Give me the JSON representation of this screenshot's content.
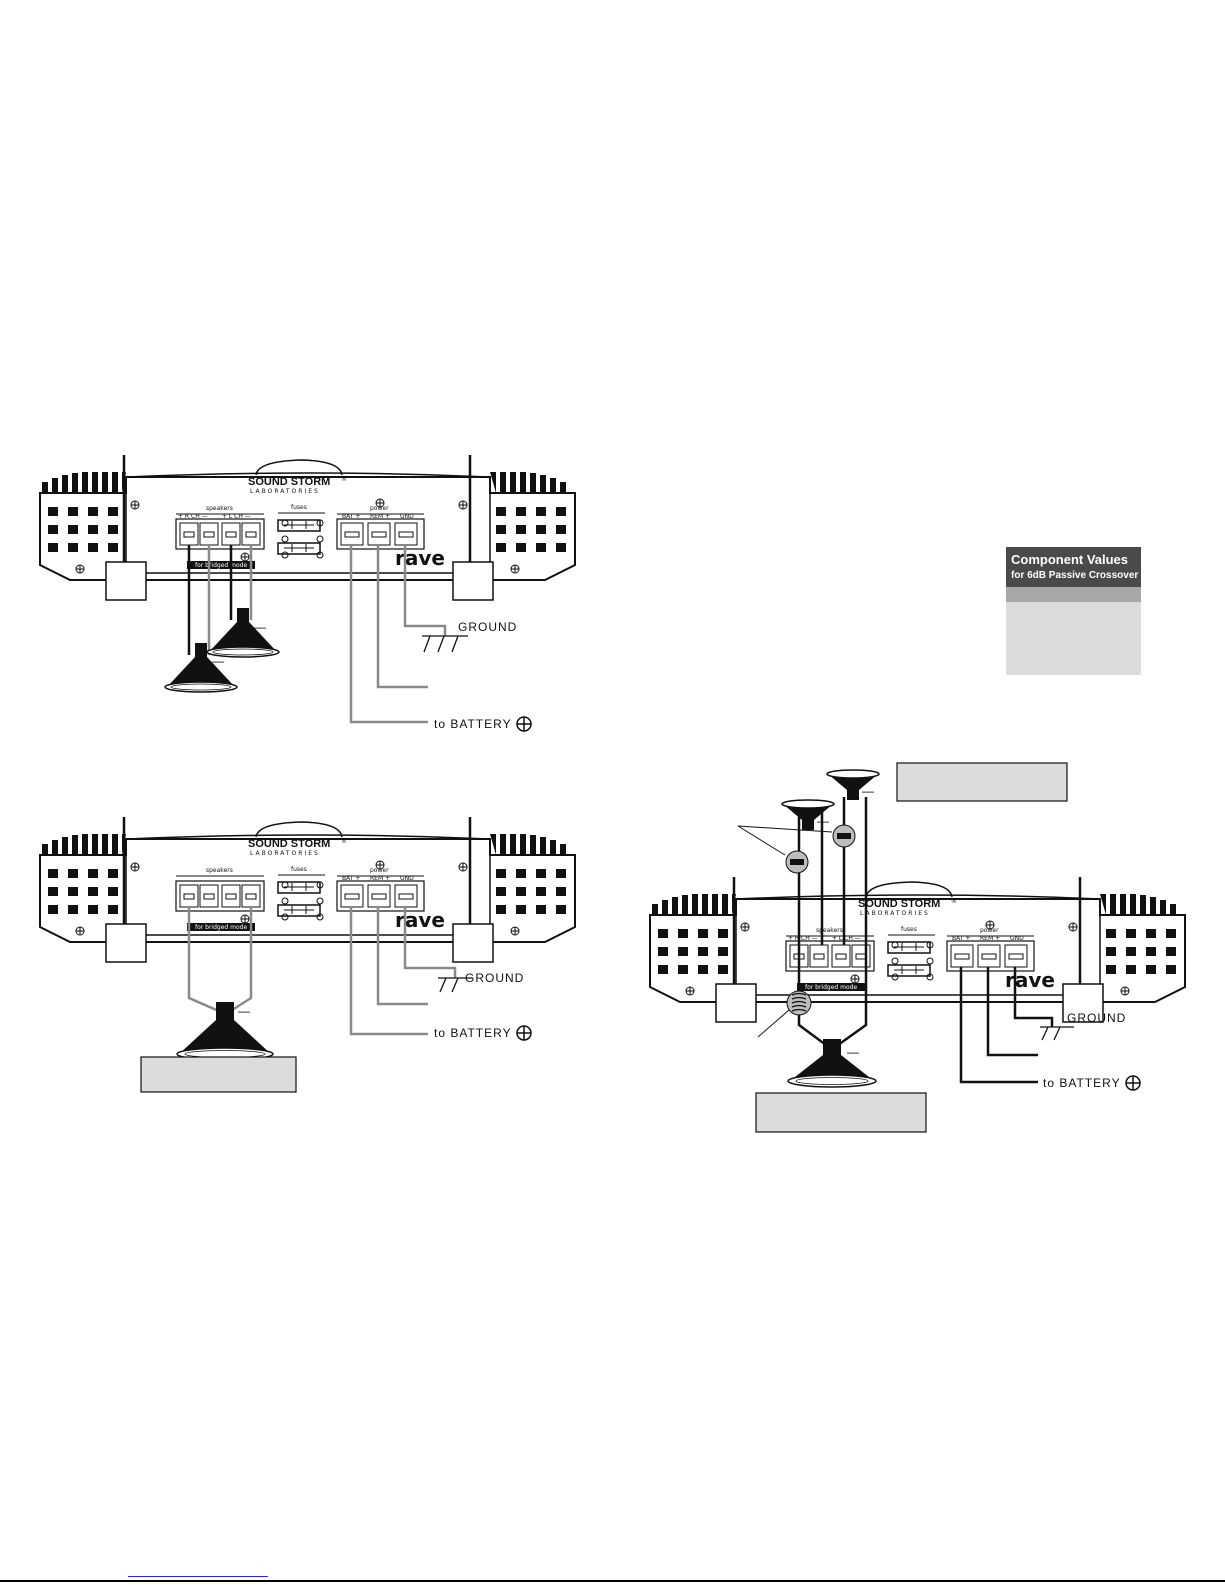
{
  "colors": {
    "ink": "#111111",
    "wire_gray": "#8a8a8a",
    "panel_gray": "#dcdcdc",
    "header_dark": "#4a4a4a"
  },
  "amp": {
    "brand": "SOUND STORM",
    "brand_reg": "®",
    "sub": "LABORATORIES",
    "speakers_label": "speakers",
    "fuses_label": "fuses",
    "power_label": "power",
    "rch_label": "+ R CH —",
    "lch_label": "+ L CH —",
    "batt_label": "BAT +",
    "rem_label": "REM +",
    "gnd_label": "GND",
    "bridge_label": "for bridged mode",
    "logo": "rave"
  },
  "labels": {
    "ground": "GROUND",
    "battery": "to BATTERY",
    "minus": "—"
  },
  "panel": {
    "title": "Component Values",
    "subtitle": "for 6dB Passive Crossover"
  }
}
